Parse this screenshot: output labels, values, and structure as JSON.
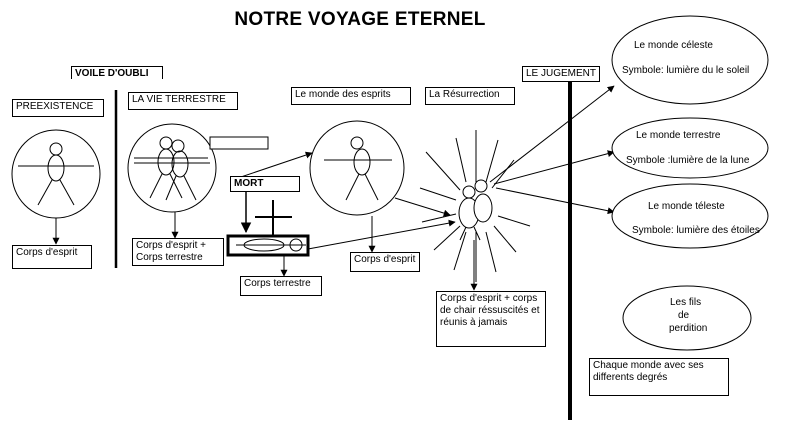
{
  "title": "NOTRE VOYAGE ETERNEL",
  "labels": {
    "voile": "VOILE D'OUBLI",
    "preexistence": "PREEXISTENCE",
    "vie_terrestre": "LA VIE TERRESTRE",
    "monde_esprits": "Le monde des esprits",
    "resurrection": "La Résurrection",
    "jugement": "LE JUGEMENT",
    "mort": "MORT"
  },
  "notes": {
    "corps_esprit_1": "Corps d'esprit",
    "corps_esprit_terrestre": "Corps d'esprit + Corps terrestre",
    "corps_terrestre": "Corps terrestre",
    "corps_esprit_2": "Corps d'esprit",
    "resuscite": "Corps d'esprit + corps de chair réssuscités et réunis à jamais",
    "degres": "Chaque monde avec ses differents degrés"
  },
  "mondes": {
    "celeste_name": "Le monde céleste",
    "celeste_symbol": "Symbole: lumière du le soleil",
    "terrestre_name": "Le monde terrestre",
    "terrestre_symbol": "Symbole :lumière de la lune",
    "teleste_name": "Le monde téleste",
    "teleste_symbol": "Symbole: lumière des étoiles",
    "perdition_l1": "Les fils",
    "perdition_l2": "de",
    "perdition_l3": "perdition"
  }
}
